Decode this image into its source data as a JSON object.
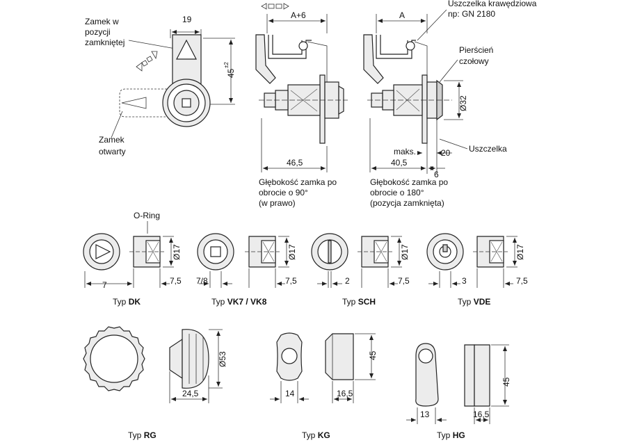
{
  "top": {
    "lock_closed": [
      "Zamek w",
      "pozycji",
      "zamkniętej"
    ],
    "lock_open": [
      "Zamek",
      "otwarty"
    ],
    "dim_19": "19",
    "dim_45pm": "45",
    "dim_45pm_sup": "±2",
    "dim_a6": "A+6",
    "dim_a": "A",
    "edge_seal": [
      "Uszczelka krawędziowa",
      "np: GN 2180"
    ],
    "front_ring": [
      "Pierścień",
      "czołowy"
    ],
    "dim_d32": "Ø32",
    "maks": "maks.",
    "dim_20": "20",
    "seal": "Uszczelka",
    "dim_46_5": "46,5",
    "dim_40_5": "40,5",
    "dim_6": "6",
    "depth_90": [
      "Głębokość zamka po",
      "obrocie o 90°",
      "(w prawo)"
    ],
    "depth_180": [
      "Głębokość zamka po",
      "obrocie o 180°",
      "(pozycja zamknięta)"
    ]
  },
  "inserts": {
    "oring": "O-Ring",
    "dk": {
      "prefix": "Typ ",
      "code": "DK",
      "left_dim": "7",
      "d": "Ø17",
      "right_dim": "7,5"
    },
    "vk": {
      "prefix": "Typ ",
      "code": "VK7 / VK8",
      "left_dim": "7/8",
      "d": "Ø17",
      "right_dim": "7,5"
    },
    "sch": {
      "prefix": "Typ ",
      "code": "SCH",
      "left_dim": "2",
      "d": "Ø17",
      "right_dim": "7,5"
    },
    "vde": {
      "prefix": "Typ ",
      "code": "VDE",
      "left_dim": "3",
      "d": "Ø17",
      "right_dim": "7,5"
    }
  },
  "handles": {
    "rg": {
      "prefix": "Typ ",
      "code": "RG",
      "d": "Ø53",
      "w": "24,5"
    },
    "kg": {
      "prefix": "Typ ",
      "code": "KG",
      "h": "45",
      "w1": "14",
      "w2": "16,5"
    },
    "hg": {
      "prefix": "Typ ",
      "code": "HG",
      "h": "45",
      "w1": "13",
      "w2": "16,5"
    }
  }
}
